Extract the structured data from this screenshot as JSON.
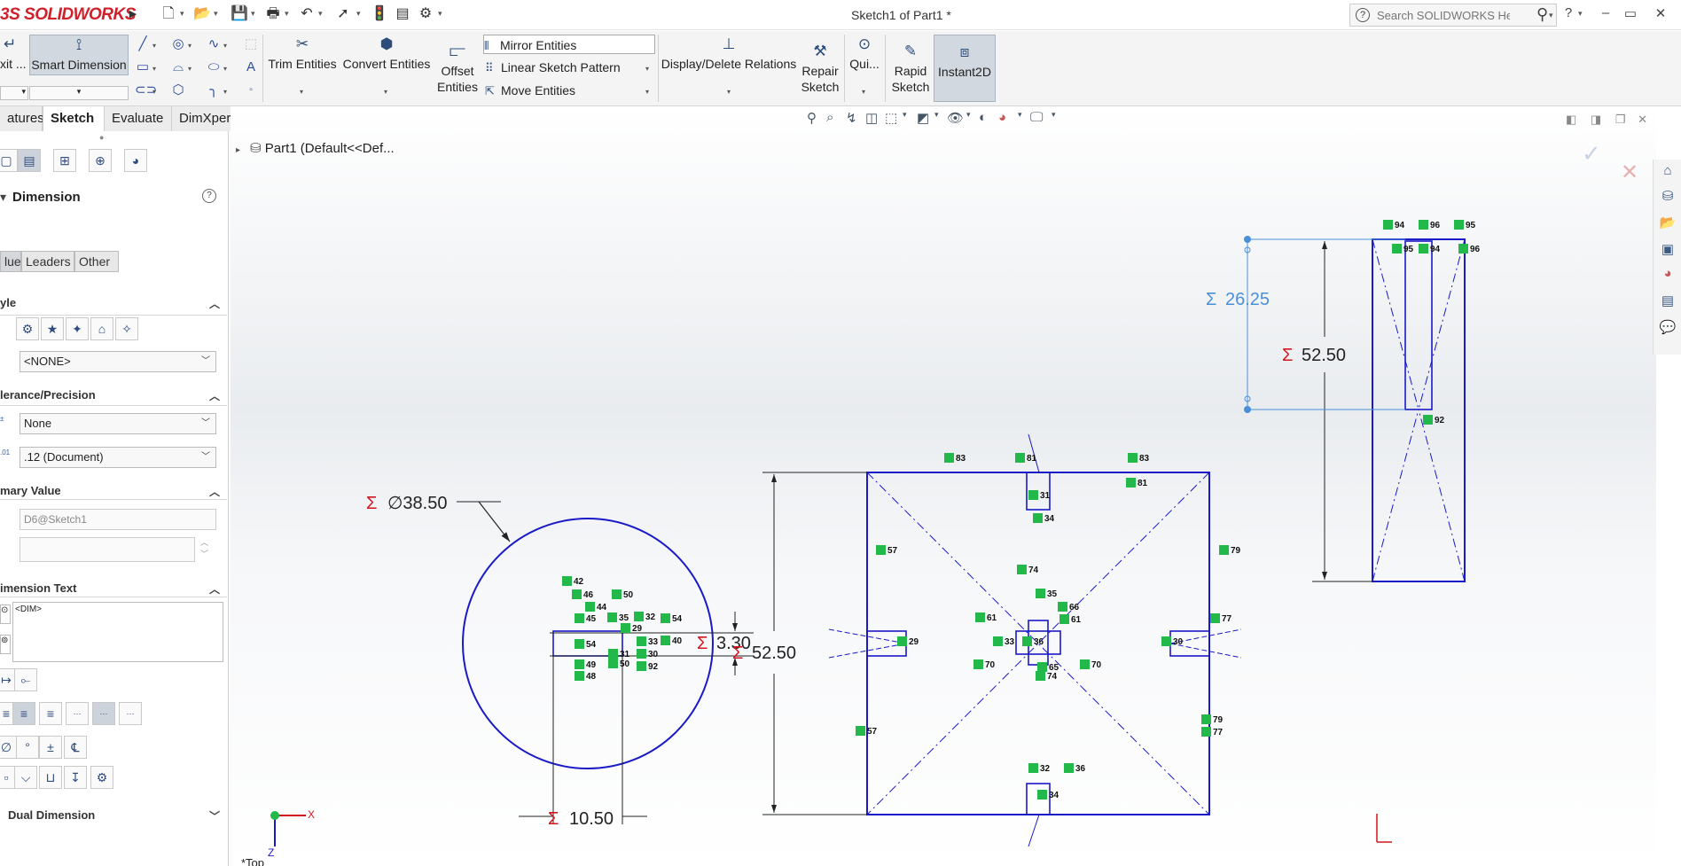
{
  "app": {
    "logo_prefix": "3S",
    "logo_text": "SOLIDWORKS",
    "title": "Sketch1 of Part1 *",
    "search_placeholder": "Search SOLIDWORKS Help"
  },
  "commands": {
    "exit": "xit ...",
    "smart_dimension": "Smart Dimension",
    "trim": "Trim Entities",
    "convert": "Convert Entities",
    "offset_l1": "Offset",
    "offset_l2": "Entities",
    "mirror": "Mirror Entities",
    "linear_pattern": "Linear Sketch Pattern",
    "move": "Move Entities",
    "display_delete": "Display/Delete Relations",
    "repair_l1": "Repair",
    "repair_l2": "Sketch",
    "quick": "Qui...",
    "rapid_l1": "Rapid",
    "rapid_l2": "Sketch",
    "instant2d": "Instant2D"
  },
  "tabs": [
    "atures",
    "Sketch",
    "Evaluate",
    "DimXpert"
  ],
  "tree": {
    "part": "Part1  (Default<<Def..."
  },
  "pm": {
    "title": "Dimension",
    "subtabs": [
      "lue",
      "Leaders",
      "Other"
    ],
    "style_section": "yle",
    "style_value": "<NONE>",
    "tolerance_section": "lerance/Precision",
    "tolerance_value": "None",
    "precision_value": ".12 (Document)",
    "primary_section": "mary Value",
    "primary_name": "D6@Sketch1",
    "dimtext_section": "imension Text",
    "dimtext_value": "<DIM>",
    "dual_section": "Dual Dimension"
  },
  "sketch": {
    "dia_label": "∅38.50",
    "dim_3_30": "3.30",
    "dim_52_50_left": "52.50",
    "dim_10_50": "10.50",
    "dim_26_25": "26.25",
    "dim_52_50_right": "52.50",
    "sigma": "Σ",
    "view_label": "*Top",
    "axis_x": "X",
    "axis_z": "Z",
    "relation_tags": [
      {
        "t": "83"
      },
      {
        "t": "81"
      },
      {
        "t": "83"
      },
      {
        "t": "81"
      },
      {
        "t": "31"
      },
      {
        "t": "34"
      },
      {
        "t": "57"
      },
      {
        "t": "79"
      },
      {
        "t": "74"
      },
      {
        "t": "35"
      },
      {
        "t": "61"
      },
      {
        "t": "66"
      },
      {
        "t": "61"
      },
      {
        "t": "33"
      },
      {
        "t": "36"
      },
      {
        "t": "70"
      },
      {
        "t": "65"
      },
      {
        "t": "70"
      },
      {
        "t": "74"
      },
      {
        "t": "29"
      },
      {
        "t": "77"
      },
      {
        "t": "30"
      },
      {
        "t": "57"
      },
      {
        "t": "77"
      },
      {
        "t": "79"
      },
      {
        "t": "32"
      },
      {
        "t": "36"
      },
      {
        "t": "34"
      },
      {
        "t": "42"
      },
      {
        "t": "46"
      },
      {
        "t": "50"
      },
      {
        "t": "44"
      },
      {
        "t": "45"
      },
      {
        "t": "35"
      },
      {
        "t": "32"
      },
      {
        "t": "54"
      },
      {
        "t": "29"
      },
      {
        "t": "54"
      },
      {
        "t": "33"
      },
      {
        "t": "40"
      },
      {
        "t": "31"
      },
      {
        "t": "30"
      },
      {
        "t": "49"
      },
      {
        "t": "50"
      },
      {
        "t": "92"
      },
      {
        "t": "48"
      },
      {
        "t": "94"
      },
      {
        "t": "96"
      },
      {
        "t": "95"
      },
      {
        "t": "95"
      },
      {
        "t": "94"
      },
      {
        "t": "96"
      },
      {
        "t": "92"
      }
    ]
  },
  "colors": {
    "sketch_blue": "#1a1ac8",
    "dim_red": "#d4141c",
    "dim_blue": "#4a90d9",
    "relation_green": "#22b84a"
  }
}
